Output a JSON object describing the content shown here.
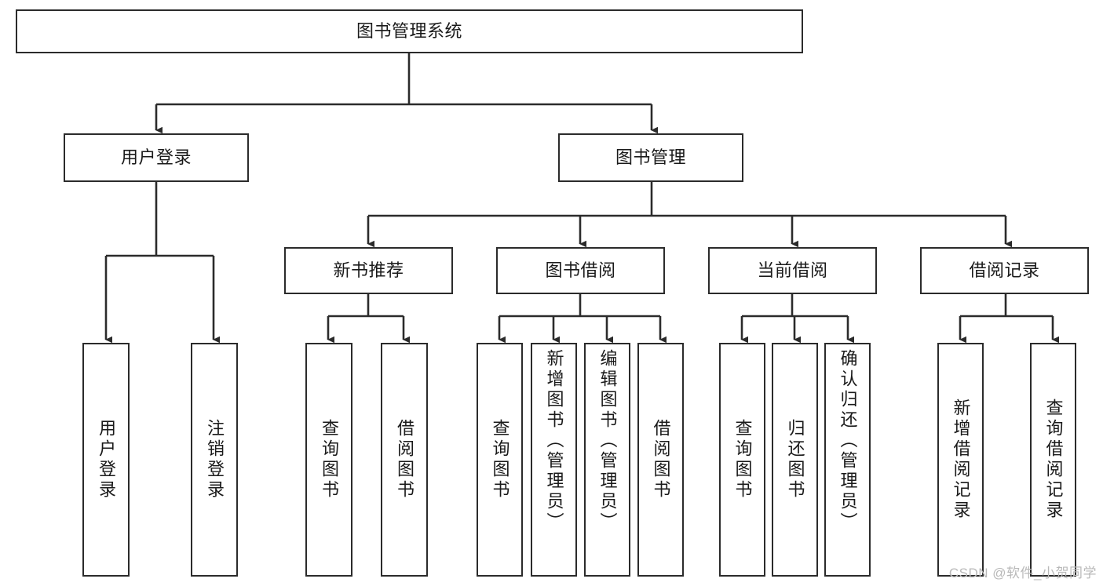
{
  "diagram": {
    "title": "图书管理系统",
    "type": "hierarchy-tree",
    "root": {
      "id": "root",
      "label": "图书管理系统",
      "orientation": "horizontal"
    },
    "level2": [
      {
        "id": "user-login",
        "label": "用户登录",
        "orientation": "horizontal"
      },
      {
        "id": "book-manage",
        "label": "图书管理",
        "orientation": "horizontal"
      }
    ],
    "level3": [
      {
        "id": "new-book-rec",
        "label": "新书推荐",
        "orientation": "horizontal"
      },
      {
        "id": "book-borrow",
        "label": "图书借阅",
        "orientation": "horizontal"
      },
      {
        "id": "current-borrow",
        "label": "当前借阅",
        "orientation": "horizontal"
      },
      {
        "id": "borrow-record",
        "label": "借阅记录",
        "orientation": "horizontal"
      }
    ],
    "leaves": {
      "user_login": [
        {
          "id": "leaf-user-login",
          "label": "用户登录",
          "orientation": "vertical",
          "align": "center"
        },
        {
          "id": "leaf-user-logout",
          "label": "注销登录",
          "orientation": "vertical",
          "align": "center"
        }
      ],
      "new_book_rec": [
        {
          "id": "leaf-query-book-1",
          "label": "查询图书",
          "orientation": "vertical",
          "align": "center"
        },
        {
          "id": "leaf-borrow-book-1",
          "label": "借阅图书",
          "orientation": "vertical",
          "align": "center"
        }
      ],
      "book_borrow": [
        {
          "id": "leaf-query-book-2",
          "label": "查询图书",
          "orientation": "vertical",
          "align": "center"
        },
        {
          "id": "leaf-add-book",
          "label": "新增图书（管理员）",
          "orientation": "vertical",
          "align": "top"
        },
        {
          "id": "leaf-edit-book",
          "label": "编辑图书（管理员）",
          "orientation": "vertical",
          "align": "top"
        },
        {
          "id": "leaf-borrow-book-2",
          "label": "借阅图书",
          "orientation": "vertical",
          "align": "center"
        }
      ],
      "current_borrow": [
        {
          "id": "leaf-query-book-3",
          "label": "查询图书",
          "orientation": "vertical",
          "align": "center"
        },
        {
          "id": "leaf-return-book",
          "label": "归还图书",
          "orientation": "vertical",
          "align": "center"
        },
        {
          "id": "leaf-confirm-return",
          "label": "确认归还（管理员）",
          "orientation": "vertical",
          "align": "top"
        }
      ],
      "borrow_record": [
        {
          "id": "leaf-add-record",
          "label": "新增借阅记录",
          "orientation": "vertical",
          "align": "center"
        },
        {
          "id": "leaf-query-record",
          "label": "查询借阅记录",
          "orientation": "vertical",
          "align": "center"
        }
      ]
    }
  },
  "watermark": {
    "text": "CSDN @软件_小贺同学",
    "color": "#b9b9b9"
  },
  "colors": {
    "stroke": "#2b2b2b",
    "box_fill": "#ffffff",
    "text": "#1a1a1a",
    "background": "#ffffff"
  }
}
